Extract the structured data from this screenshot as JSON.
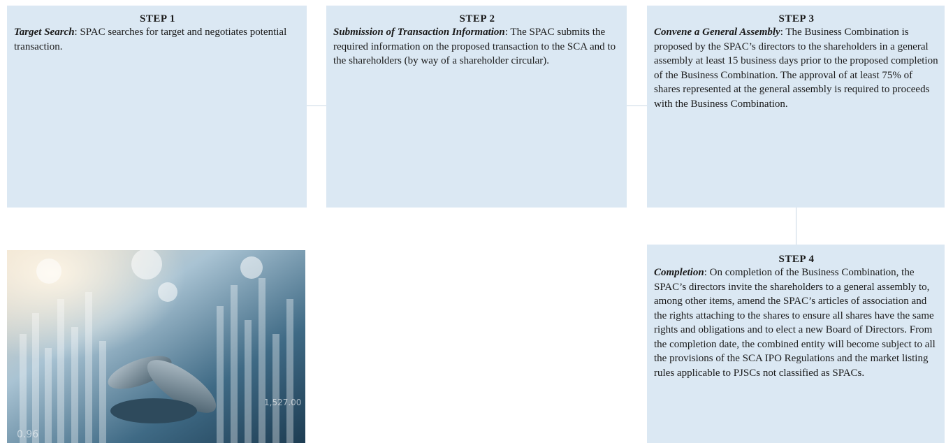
{
  "steps": [
    {
      "heading": "STEP 1",
      "lead": "Target Search",
      "body": ": SPAC searches for target and negotiates potential transaction."
    },
    {
      "heading": "STEP 2",
      "lead": "Submission of Transaction Information",
      "body": ": The SPAC submits the required information on the proposed transaction to the SCA and to the shareholders (by way of a shareholder circular)."
    },
    {
      "heading": "STEP 3",
      "lead": "Convene a General Assembly",
      "body": ": The Business Combination is proposed by the SPAC’s directors to the shareholders in a general assembly at least 15 business days prior to the proposed completion of the Business Combination. The approval of at least 75% of shares represented at the general assembly is required to proceeds with the Business Combination."
    },
    {
      "heading": "STEP 4",
      "lead": "Completion",
      "body": ": On completion of the Business Combination, the SPAC’s directors invite the shareholders to a general assembly to, among other items, amend the SPAC’s articles of association and the rights attaching to the shares to ensure all shares have the same rights and obligations and to elect a new Board of Directors. From the completion date, the combined entity will become subject to all the provisions of the SCA IPO Regulations and the market listing rules applicable to PJSCs not classified as SPACs."
    }
  ],
  "photo": {
    "description_icon": "financial-chart-coins-photo",
    "overlay_numbers": [
      "1,527.00",
      "0.96"
    ]
  },
  "colors": {
    "box_fill": "#dbe8f3",
    "connector": "#c9d7e4",
    "text": "#1a1a1a"
  }
}
